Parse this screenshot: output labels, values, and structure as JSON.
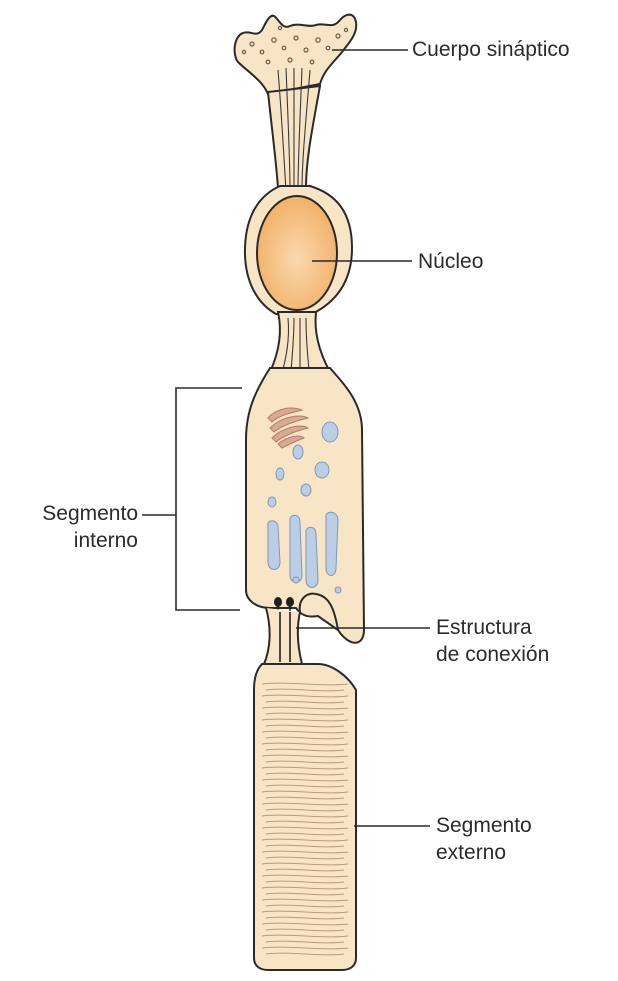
{
  "labels": {
    "synaptic_body": "Cuerpo sináptico",
    "nucleus": "Núcleo",
    "inner_segment_line1": "Segmento",
    "inner_segment_line2": "interno",
    "connecting_line1": "Estructura",
    "connecting_line2": "de conexión",
    "outer_segment_line1": "Segmento",
    "outer_segment_line2": "externo"
  },
  "colors": {
    "cell_fill": "#f8e5c6",
    "outline": "#2a2a2a",
    "nucleus_fill": "#f2b673",
    "vesicle_blue": "#b9cce6",
    "golgi_brown": "#d2a08c",
    "disc_line": "#b89c80"
  }
}
